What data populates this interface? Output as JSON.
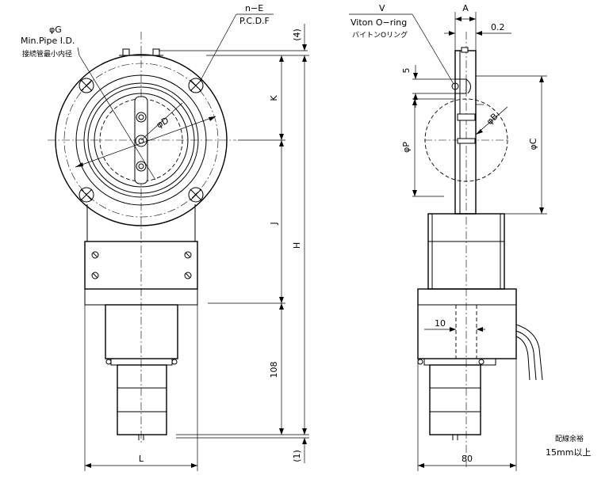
{
  "labels": {
    "phi_g": "φG",
    "min_pipe": "Min.Pipe I.D.",
    "min_pipe_jp": "接続管最小内径",
    "n_e": "n−E",
    "pcdf": "P.C.D.F",
    "dim_4": "(4)",
    "dim_k": "K",
    "dim_j": "J",
    "dim_h": "H",
    "dim_108": "108",
    "dim_1": "(1)",
    "dim_l": "L",
    "phi_d": "φD",
    "v": "V",
    "viton": "Viton O−ring",
    "viton_jp": "バイトンOリング",
    "dim_a": "A",
    "dim_02": "0.2",
    "dim_5": "5",
    "phi_b": "φB",
    "phi_p": "φP",
    "phi_c": "φC",
    "dim_10": "10",
    "dim_80": "80",
    "cable_jp": "配線余裕",
    "cable_len": "15mm以上"
  }
}
